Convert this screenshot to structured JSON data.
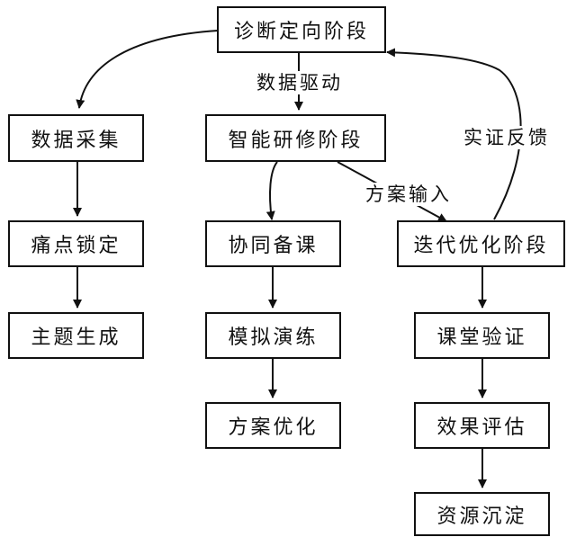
{
  "nodes": {
    "diagnosis": "诊断定向阶段",
    "data_collection": "数据采集",
    "pain_point": "痛点锁定",
    "topic_generation": "主题生成",
    "smart_research": "智能研修阶段",
    "co_prep": "协同备课",
    "simulation": "模拟演练",
    "plan_optimize": "方案优化",
    "iteration": "迭代优化阶段",
    "class_verify": "课堂验证",
    "effect_eval": "效果评估",
    "resource_deposit": "资源沉淀"
  },
  "edge_labels": {
    "data_driven": "数据驱动",
    "plan_input": "方案输入",
    "evidence_feedback": "实证反馈"
  }
}
